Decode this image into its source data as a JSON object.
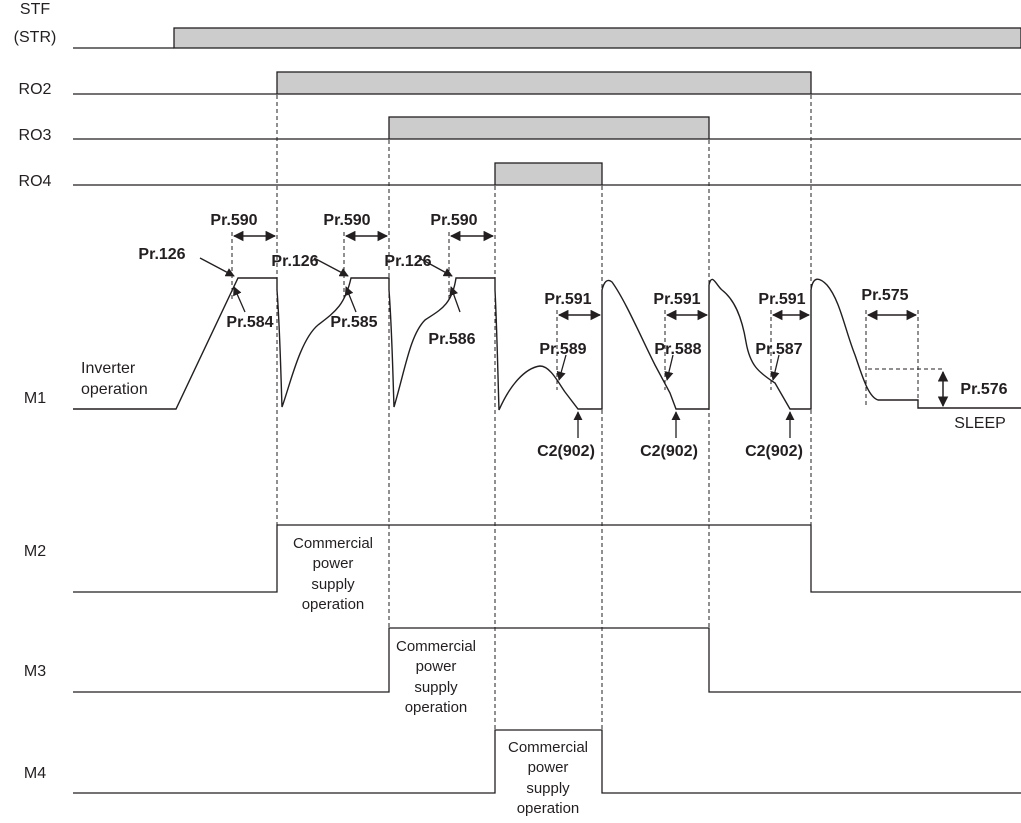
{
  "colors": {
    "line": "#231f20",
    "fill": "#cccccc",
    "background": "#ffffff"
  },
  "signals": {
    "stf_line1": "STF",
    "stf_line2": "(STR)",
    "ro2": "RO2",
    "ro3": "RO3",
    "ro4": "RO4",
    "m1": "M1",
    "m2": "M2",
    "m3": "M3",
    "m4": "M4"
  },
  "inverter_operation": {
    "line1": "Inverter",
    "line2": "operation"
  },
  "commercial_operation": {
    "line1": "Commercial",
    "line2": "power",
    "line3": "supply",
    "line4": "operation"
  },
  "params": {
    "pr590": "Pr.590",
    "pr126": "Pr.126",
    "pr584": "Pr.584",
    "pr585": "Pr.585",
    "pr586": "Pr.586",
    "pr591": "Pr.591",
    "pr589": "Pr.589",
    "pr588": "Pr.588",
    "pr587": "Pr.587",
    "pr575": "Pr.575",
    "pr576": "Pr.576",
    "c2": "C2(902)"
  },
  "sleep": "SLEEP"
}
